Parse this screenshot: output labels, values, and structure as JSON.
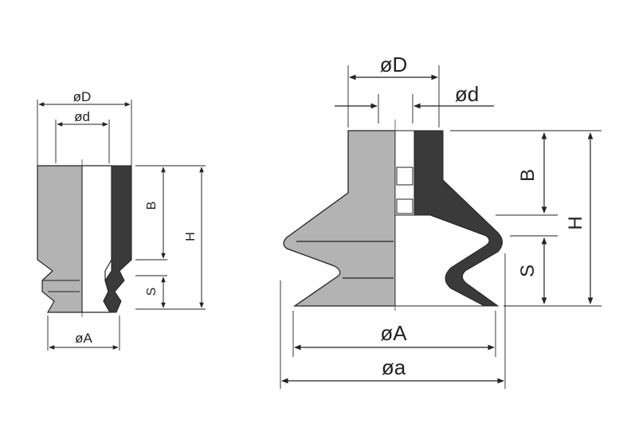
{
  "colors": {
    "background": "#ffffff",
    "light_body": "#b3b3b3",
    "dark_wall": "#3a3a3a",
    "line": "#222222"
  },
  "small_cup": {
    "labels": {
      "outer_diameter": "øD",
      "inner_diameter": "ød",
      "body_height": "B",
      "total_height": "H",
      "stroke": "S",
      "pad_diameter": "øA"
    }
  },
  "large_cup": {
    "labels": {
      "outer_diameter": "øD",
      "inner_diameter": "ød",
      "body_height": "B",
      "total_height": "H",
      "stroke": "S",
      "pad_diameter": "øA",
      "lip_diameter": "øa"
    }
  }
}
